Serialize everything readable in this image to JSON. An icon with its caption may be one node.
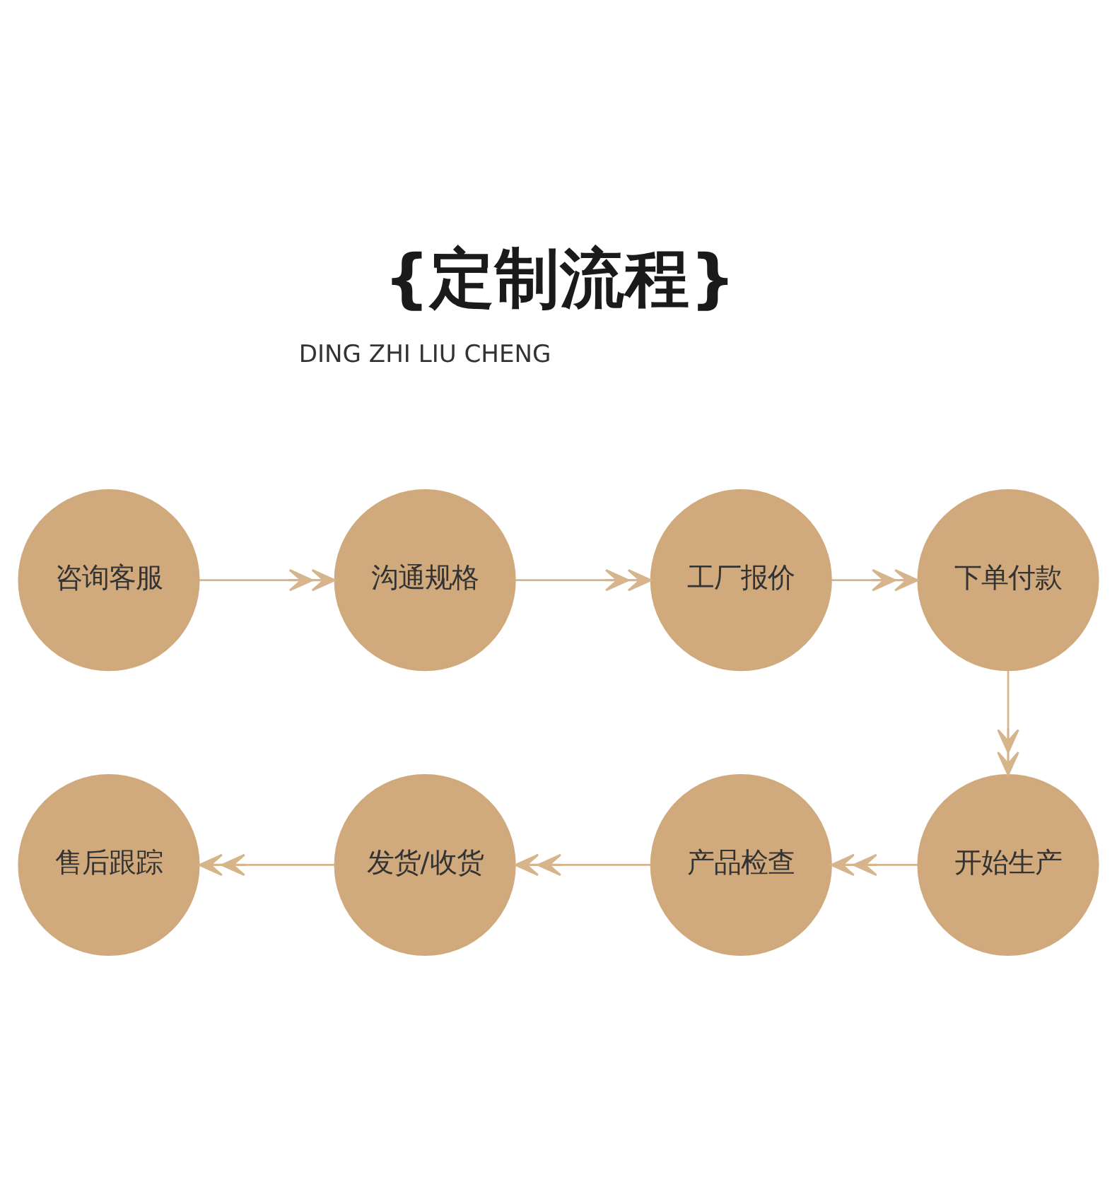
{
  "diagram": {
    "title": "{定制流程}",
    "nodes": [
      {
        "text": [
          "咨询客服"
        ]
      },
      {
        "text": [
          "沟通规格"
        ]
      },
      {
        "text": [
          "工厂报价"
        ]
      },
      {
        "text": [
          "下单付款"
        ]
      },
      {
        "text": [
          "售后跟踪"
        ]
      },
      {
        "text": [
          "发货/收货"
        ]
      },
      {
        "text": [
          "产品检查"
        ]
      },
      {
        "text": [
          "开始生产"
        ]
      }
    ],
    "edges": [
      {
        "from": 0,
        "to": 1,
        "arrow": "to"
      },
      {
        "from": 1,
        "to": 2,
        "arrow": "to"
      },
      {
        "from": 2,
        "to": 3,
        "arrow": "to"
      },
      {
        "from": 3,
        "to": 7,
        "arrow": "to"
      },
      {
        "from": 7,
        "to": 6,
        "arrow": "to"
      },
      {
        "from": 6,
        "to": 5,
        "arrow": "to"
      },
      {
        "from": 5,
        "to": 4,
        "arrow": "to"
      }
    ],
    "labels": [
      "DING ZHI LIU CHENG"
    ]
  }
}
